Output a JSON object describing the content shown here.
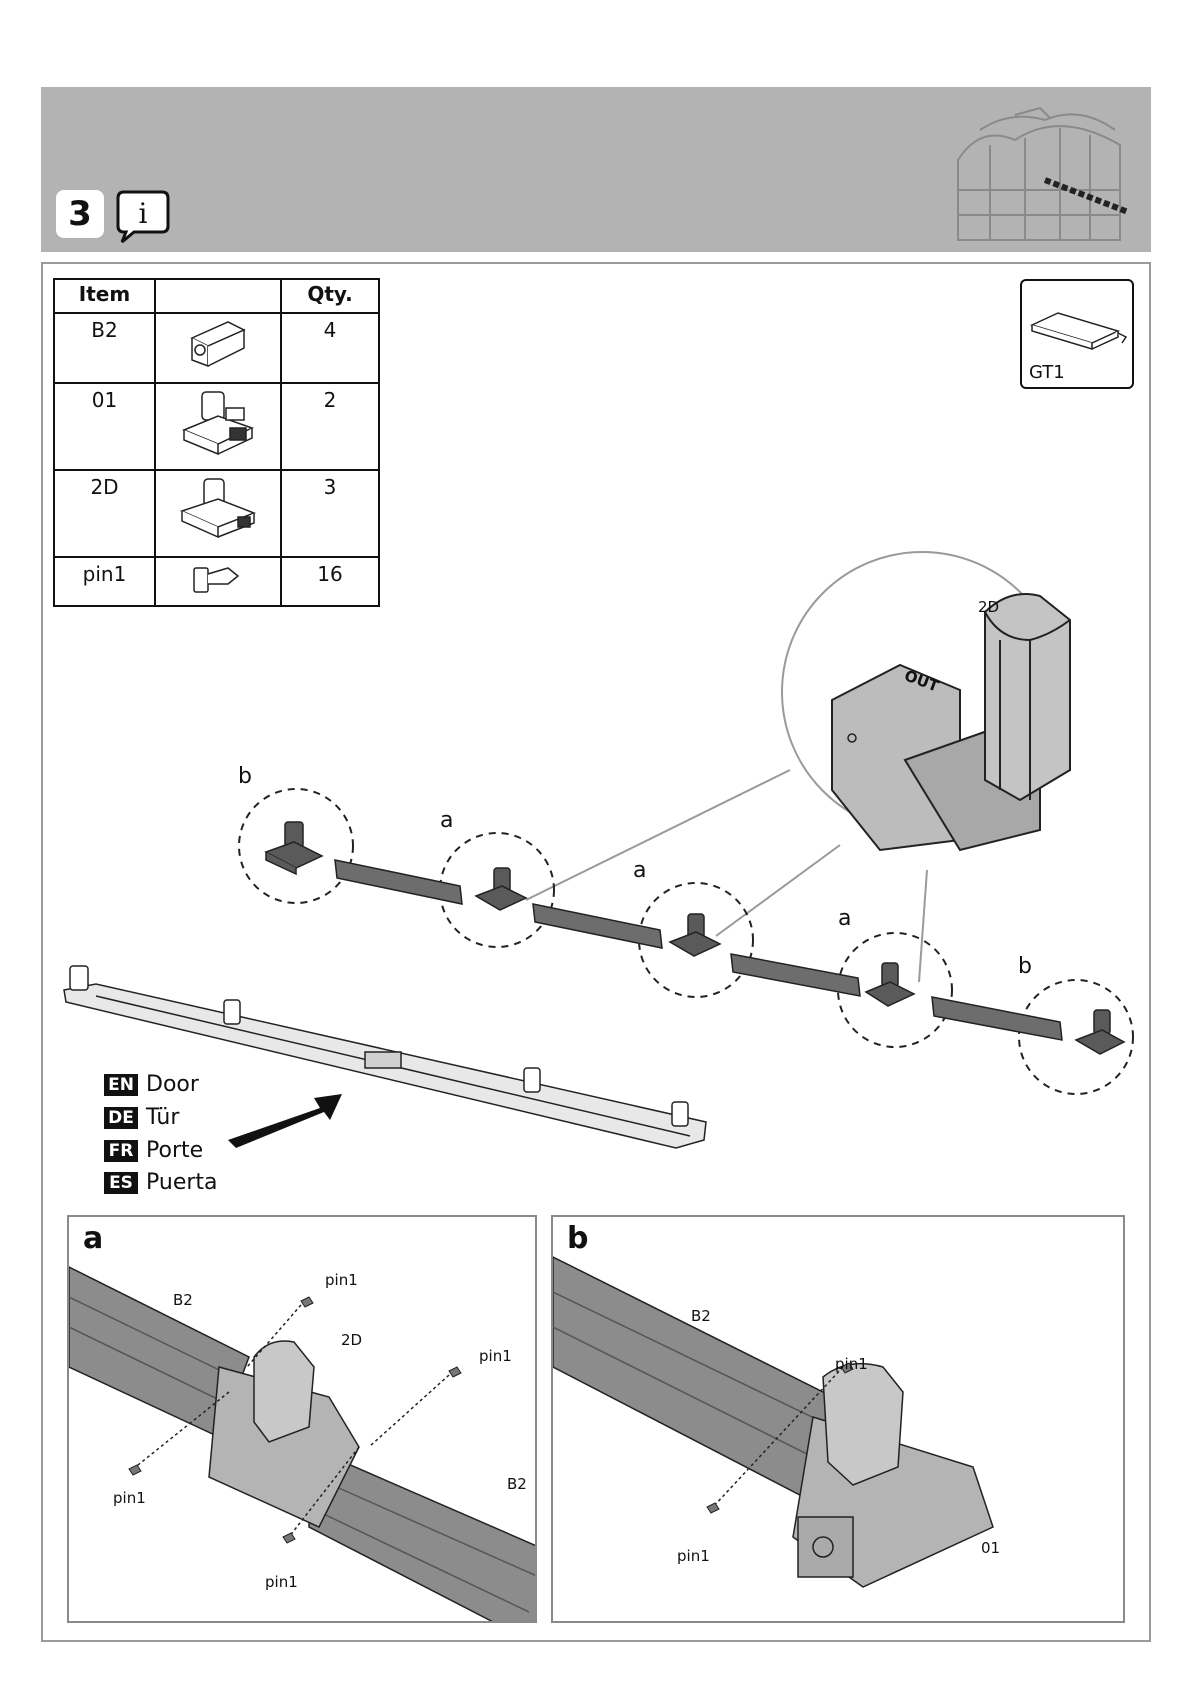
{
  "header": {
    "step_number": "3"
  },
  "parts_table": {
    "headers": [
      "Item",
      "",
      "Qty."
    ],
    "rows": [
      {
        "item": "B2",
        "qty": "4"
      },
      {
        "item": "01",
        "qty": "2"
      },
      {
        "item": "2D",
        "qty": "3"
      },
      {
        "item": "pin1",
        "qty": "16"
      }
    ]
  },
  "tool": {
    "label": "GT1"
  },
  "diagram": {
    "callouts": [
      "b",
      "a",
      "a",
      "a",
      "b"
    ],
    "zoom_label": "2D",
    "zoom_text": "OUT"
  },
  "door_legend": [
    {
      "code": "EN",
      "text": "Door"
    },
    {
      "code": "DE",
      "text": "Tür"
    },
    {
      "code": "FR",
      "text": "Porte"
    },
    {
      "code": "ES",
      "text": "Puerta"
    }
  ],
  "detail_a": {
    "letter": "a",
    "labels": {
      "b2_top": "B2",
      "b2_bottom": "B2",
      "part": "2D",
      "pin_top": "pin1",
      "pin_right": "pin1",
      "pin_left": "pin1",
      "pin_bottom": "pin1"
    }
  },
  "detail_b": {
    "letter": "b",
    "labels": {
      "b2": "B2",
      "pin_top": "pin1",
      "pin_bottom": "pin1",
      "part": "01"
    }
  }
}
